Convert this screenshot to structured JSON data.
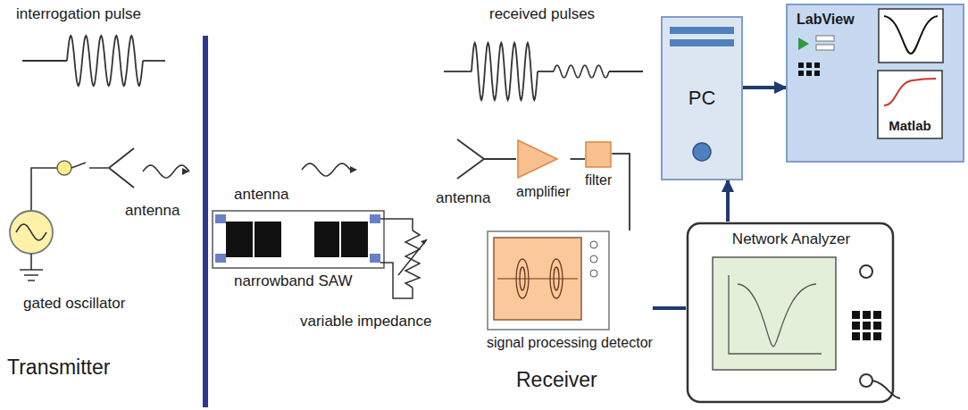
{
  "diagram": {
    "nodes": [
      {
        "text": [
          "amplifier"
        ]
      },
      {
        "text": [
          "filter"
        ]
      },
      {
        "text": [
          "signal processing detector"
        ]
      },
      {
        "text": [
          "PC"
        ]
      },
      {
        "text": [
          "LabView"
        ]
      },
      {
        "text": [
          "Matlab"
        ],
        "in": 4
      },
      {
        "text": [
          "Network Analyzer"
        ]
      }
    ],
    "edges": [
      {
        "from": 0,
        "to": 1,
        "arrow": "none"
      },
      {
        "from": 1,
        "to": 2,
        "arrow": "none"
      },
      {
        "from": 2,
        "to": 6,
        "arrow": "none"
      },
      {
        "from": 6,
        "to": 3,
        "arrow": "to"
      },
      {
        "from": 3,
        "to": 4,
        "arrow": "to"
      }
    ],
    "labels": [
      "interrogation pulse",
      "antenna",
      "gated oscillator",
      "antenna",
      "narrowband SAW",
      "variable impedance",
      "Transmitter",
      "received pulses",
      "antenna",
      "Receiver"
    ]
  }
}
